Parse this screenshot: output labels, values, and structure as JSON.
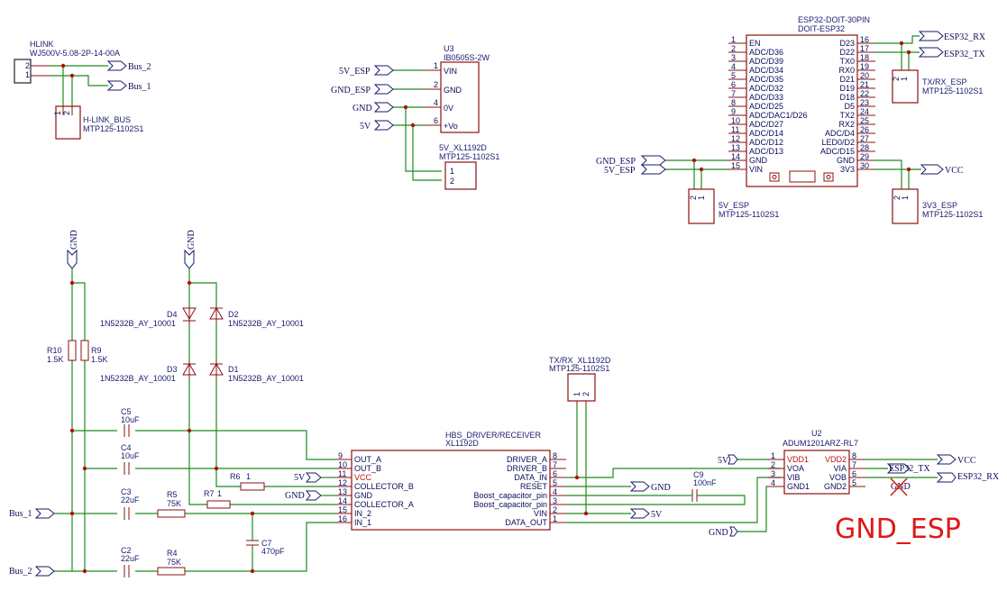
{
  "components": {
    "hlink": {
      "ref": "HLINK",
      "value": "WJ500V-5.08-2P-14-00A",
      "pins": [
        "2",
        "1"
      ]
    },
    "hlink_bus": {
      "ref": "H-LINK_BUS",
      "value": "MTP125-1102S1",
      "pins": [
        "1",
        "2"
      ]
    },
    "u3": {
      "ref": "U3",
      "value": "IB0505S-2W",
      "pins": [
        {
          "num": "1",
          "name": "VIN"
        },
        {
          "num": "2",
          "name": "GND"
        },
        {
          "num": "4",
          "name": "0V"
        },
        {
          "num": "6",
          "name": "+Vo"
        }
      ]
    },
    "j5v_xl": {
      "ref": "5V_XL1192D",
      "value": "MTP125-1102S1",
      "pins": [
        "1",
        "2"
      ]
    },
    "esp32": {
      "ref": "ESP32-DOIT-30PIN",
      "value": "DOIT-ESP32",
      "left_pins": [
        {
          "num": "1",
          "name": "EN"
        },
        {
          "num": "2",
          "name": "ADC/D36"
        },
        {
          "num": "3",
          "name": "ADC/D39"
        },
        {
          "num": "4",
          "name": "ADC/D34"
        },
        {
          "num": "5",
          "name": "ADC/D35"
        },
        {
          "num": "6",
          "name": "ADC/D32"
        },
        {
          "num": "7",
          "name": "ADC/D33"
        },
        {
          "num": "8",
          "name": "ADC/D25"
        },
        {
          "num": "9",
          "name": "ADC/DAC1/D26"
        },
        {
          "num": "10",
          "name": "ADC/D27"
        },
        {
          "num": "11",
          "name": "ADC/D14"
        },
        {
          "num": "12",
          "name": "ADC/D12"
        },
        {
          "num": "13",
          "name": "ADC/D13"
        },
        {
          "num": "14",
          "name": "GND"
        },
        {
          "num": "15",
          "name": "VIN"
        }
      ],
      "right_pins": [
        {
          "num": "16",
          "name": "D23"
        },
        {
          "num": "17",
          "name": "D22"
        },
        {
          "num": "18",
          "name": "TX0"
        },
        {
          "num": "19",
          "name": "RX0"
        },
        {
          "num": "20",
          "name": "D21"
        },
        {
          "num": "21",
          "name": "D19"
        },
        {
          "num": "22",
          "name": "D18"
        },
        {
          "num": "23",
          "name": "D5"
        },
        {
          "num": "24",
          "name": "TX2"
        },
        {
          "num": "25",
          "name": "RX2"
        },
        {
          "num": "26",
          "name": "ADC/D4"
        },
        {
          "num": "27",
          "name": "LED0/D2"
        },
        {
          "num": "28",
          "name": "ADC/D15"
        },
        {
          "num": "29",
          "name": "GND"
        },
        {
          "num": "30",
          "name": "3V3"
        }
      ]
    },
    "txrx_esp": {
      "ref": "TX/RX_ESP",
      "value": "MTP125-1102S1",
      "pins": [
        "2",
        "1"
      ]
    },
    "j5v_esp": {
      "ref": "5V_ESP",
      "value": "MTP125-1102S1",
      "pins": [
        "2",
        "1"
      ]
    },
    "j3v3_esp": {
      "ref": "3V3_ESP",
      "value": "MTP125-1102S1",
      "pins": [
        "2",
        "1"
      ]
    },
    "r10": {
      "ref": "R10",
      "value": "1.5K"
    },
    "r9": {
      "ref": "R9",
      "value": "1.5K"
    },
    "d4": {
      "ref": "D4",
      "value": "1N5232B_AY_10001"
    },
    "d2": {
      "ref": "D2",
      "value": "1N5232B_AY_10001"
    },
    "d3": {
      "ref": "D3",
      "value": "1N5232B_AY_10001"
    },
    "d1": {
      "ref": "D1",
      "value": "1N5232B_AY_10001"
    },
    "c5": {
      "ref": "C5",
      "value": "10uF"
    },
    "c4": {
      "ref": "C4",
      "value": "10uF"
    },
    "c3": {
      "ref": "C3",
      "value": "22uF"
    },
    "c2": {
      "ref": "C2",
      "value": "22uF"
    },
    "r5": {
      "ref": "R5",
      "value": "75K"
    },
    "r4": {
      "ref": "R4",
      "value": "75K"
    },
    "r7": {
      "ref": "R7",
      "value": "1"
    },
    "r6": {
      "ref": "R6",
      "value": "1"
    },
    "c7": {
      "ref": "C7",
      "value": "470pF"
    },
    "c9": {
      "ref": "C9",
      "value": "100nF"
    },
    "txrx_xl": {
      "ref": "TX/RX_XL1192D",
      "value": "MTP125-1102S1",
      "pins": [
        "1",
        "2"
      ]
    },
    "hbs": {
      "ref": "HBS_DRIVER/RECEIVER",
      "value": "XL1192D",
      "left_pins": [
        {
          "num": "9",
          "name": "OUT_A"
        },
        {
          "num": "10",
          "name": "OUT_B"
        },
        {
          "num": "11",
          "name": "VCC"
        },
        {
          "num": "12",
          "name": "COLLECTOR_B"
        },
        {
          "num": "13",
          "name": "GND"
        },
        {
          "num": "14",
          "name": "COLLECTOR_A"
        },
        {
          "num": "15",
          "name": "IN_2"
        },
        {
          "num": "16",
          "name": "IN_1"
        }
      ],
      "right_pins": [
        {
          "num": "8",
          "name": "DRIVER_A"
        },
        {
          "num": "7",
          "name": "DRIVER_B"
        },
        {
          "num": "6",
          "name": "DATA_IN"
        },
        {
          "num": "5",
          "name": "RESET"
        },
        {
          "num": "4",
          "name": "Boost_capacitor_pin"
        },
        {
          "num": "3",
          "name": "Boost_capacitor_pin"
        },
        {
          "num": "2",
          "name": "VIN"
        },
        {
          "num": "1",
          "name": "DATA_OUT"
        }
      ]
    },
    "u2": {
      "ref": "U2",
      "value": "ADUM1201ARZ-RL7",
      "left_pins": [
        {
          "num": "1",
          "name": "VDD1"
        },
        {
          "num": "2",
          "name": "VOA"
        },
        {
          "num": "3",
          "name": "VIB"
        },
        {
          "num": "4",
          "name": "GND1"
        }
      ],
      "right_pins": [
        {
          "num": "8",
          "name": "VDD2"
        },
        {
          "num": "7",
          "name": "VIA"
        },
        {
          "num": "6",
          "name": "VOB"
        },
        {
          "num": "5",
          "name": "GND2"
        }
      ]
    }
  },
  "nets": {
    "bus2_a": "Bus_2",
    "bus1_a": "Bus_1",
    "v5_esp": "5V_ESP",
    "gnd_esp_u3": "GND_ESP",
    "gnd_u3": "GND",
    "v5_u3": "5V",
    "esp32_rx": "ESP32_RX",
    "esp32_tx": "ESP32_TX",
    "gnd_esp_esp": "GND_ESP",
    "v5_esp_esp": "5V_ESP",
    "vcc_esp": "VCC",
    "gnd_top1": "GND",
    "gnd_top2": "GND",
    "bus1_b": "Bus_1",
    "bus2_b": "Bus_2",
    "v5_hbs": "5V",
    "gnd_hbs": "GND",
    "gnd_reset": "GND",
    "v5_vin": "5V",
    "v5_u2": "5V",
    "gnd_u2": "GND",
    "vcc_u2": "VCC",
    "esp32_tx_u2": "ESP32_TX",
    "esp32_rx_u2": "ESP32_RX",
    "gnd2_crossed": "GND"
  },
  "annotation": {
    "text": "GND_ESP",
    "color": "#e01818"
  }
}
